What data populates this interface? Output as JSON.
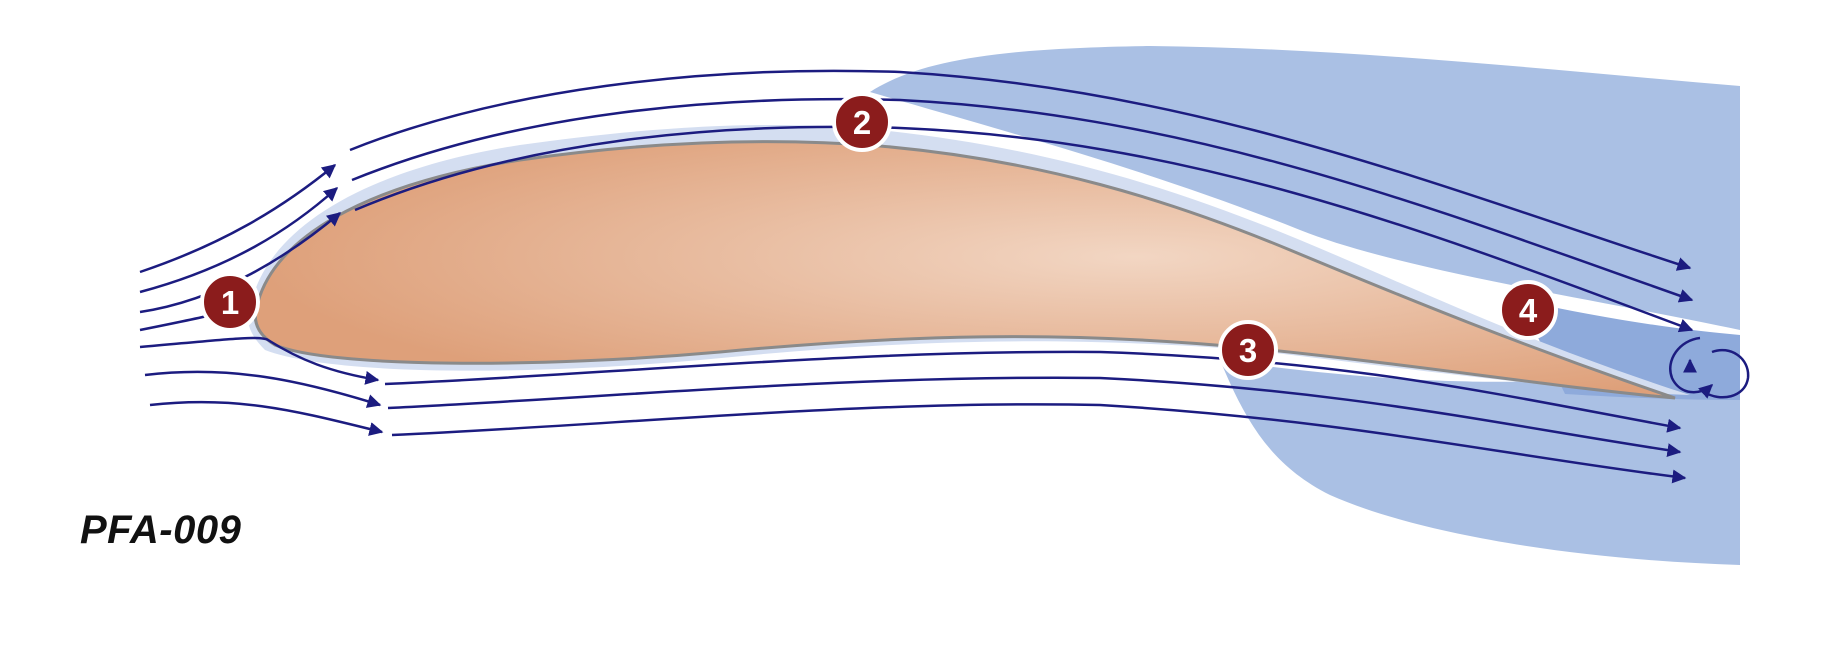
{
  "figure_label": "PFA-009",
  "markers": [
    {
      "id": "1",
      "label": "1"
    },
    {
      "id": "2",
      "label": "2"
    },
    {
      "id": "3",
      "label": "3"
    },
    {
      "id": "4",
      "label": "4"
    }
  ],
  "colors": {
    "airfoil_fill": "#e0a882",
    "airfoil_highlight": "#f1d3be",
    "airfoil_outline": "#8a8a8a",
    "shade_region": "#aac0e4",
    "shade_dark": "#8eaadb",
    "boundary_layer": "#cbd8ef",
    "streamline": "#1c1c80",
    "marker_fill": "#8b1c1c",
    "marker_ring": "#ffffff"
  },
  "icons": {
    "wake_vortex": "vortex-icon",
    "flow_arrow": "arrow-head-icon"
  }
}
